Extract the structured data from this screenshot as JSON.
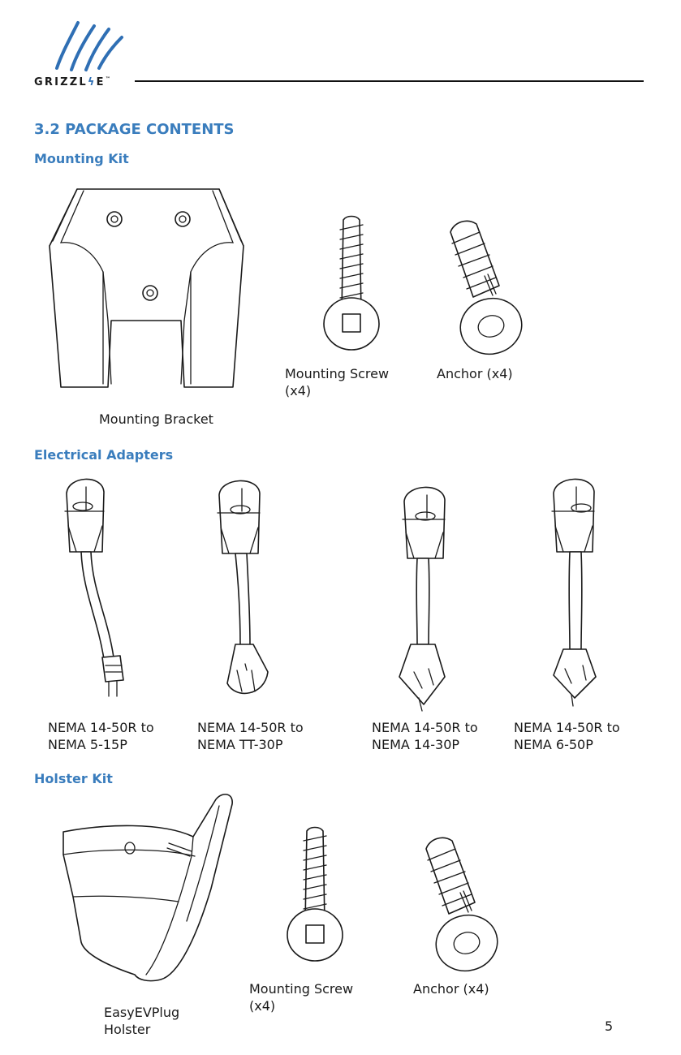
{
  "header": {
    "brand_pre": "GRIZZL",
    "brand_post": "E",
    "trademark": "™"
  },
  "section_title": "3.2 PACKAGE CONTENTS",
  "mounting_kit": {
    "heading": "Mounting Kit",
    "bracket_label": "Mounting Bracket",
    "screw_label_1": "Mounting Screw",
    "screw_label_2": "(x4)",
    "anchor_label": "Anchor (x4)"
  },
  "electrical_adapters": {
    "heading": "Electrical Adapters",
    "items": [
      {
        "line1": "NEMA 14-50R to",
        "line2": "NEMA 5-15P"
      },
      {
        "line1": "NEMA 14-50R to",
        "line2": "NEMA TT-30P"
      },
      {
        "line1": "NEMA 14-50R to",
        "line2": "NEMA 14-30P"
      },
      {
        "line1": "NEMA 14-50R to",
        "line2": "NEMA 6-50P"
      }
    ]
  },
  "holster_kit": {
    "heading": "Holster Kit",
    "holster_label_1": "EasyEVPlug",
    "holster_label_2": "Holster",
    "screw_label_1": "Mounting Screw",
    "screw_label_2": "(x4)",
    "anchor_label": "Anchor (x4)"
  },
  "page_number": "5",
  "colors": {
    "heading_blue": "#3a7dbd",
    "logo_blue": "#2f6fb4",
    "ink": "#1a1a1a"
  }
}
